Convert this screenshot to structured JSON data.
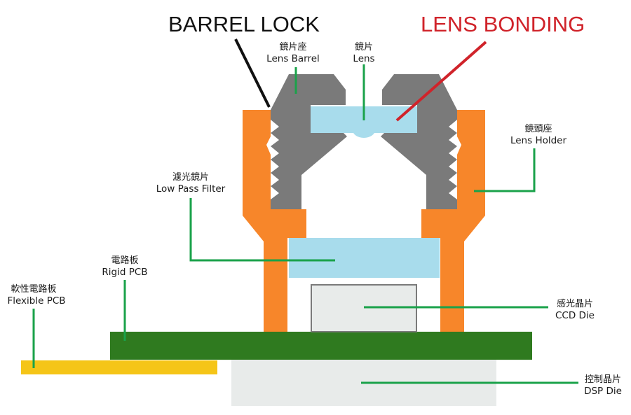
{
  "colors": {
    "holder": "#f7862a",
    "barrel": "#7a7a7a",
    "lens": "#a8dcec",
    "pcb": "#2f7a1f",
    "flex": "#f5c518",
    "dsp": "#e8ebea",
    "ccd": "#e8ebea",
    "leader": "#1aa24a",
    "callout_black": "#111111",
    "callout_red": "#d0232a"
  },
  "callouts": {
    "barrel_lock": "BARREL LOCK",
    "lens_bonding": "LENS BONDING"
  },
  "labels": {
    "lens_barrel": {
      "zh": "鏡片座",
      "en": "Lens Barrel"
    },
    "lens": {
      "zh": "鏡片",
      "en": "Lens"
    },
    "lens_holder": {
      "zh": "鏡頭座",
      "en": "Lens Holder"
    },
    "low_pass_filter": {
      "zh": "濾光鏡片",
      "en": "Low Pass Filter"
    },
    "rigid_pcb": {
      "zh": "電路板",
      "en": "Rigid PCB"
    },
    "flexible_pcb": {
      "zh": "軟性電路板",
      "en": "Flexible PCB"
    },
    "ccd_die": {
      "zh": "感光晶片",
      "en": "CCD Die"
    },
    "dsp_die": {
      "zh": "控制晶片",
      "en": "DSP Die"
    }
  }
}
